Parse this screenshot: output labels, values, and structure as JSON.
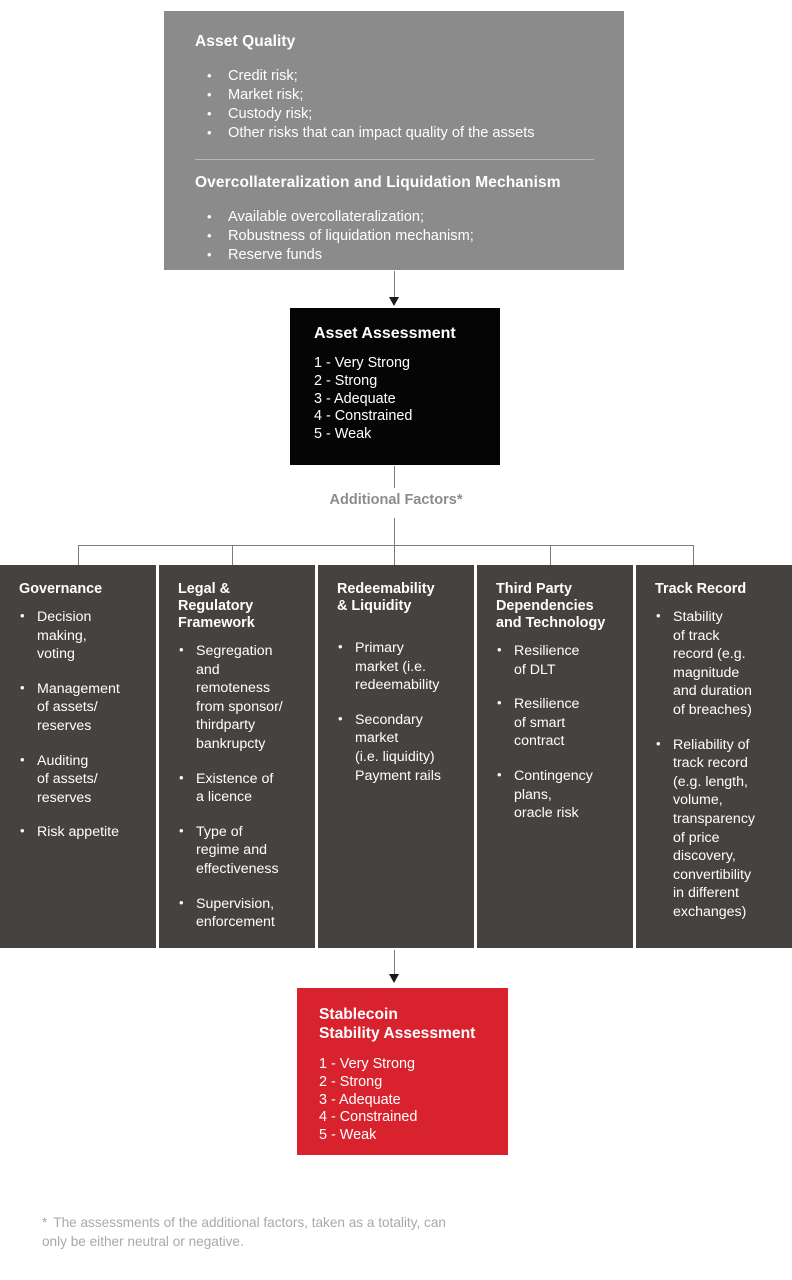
{
  "asset_quality": {
    "heading_1": "Asset Quality",
    "bullets_1": [
      "Credit risk;",
      "Market risk;",
      "Custody risk;",
      "Other risks that can impact quality of the assets"
    ],
    "heading_2": "Overcollateralization and Liquidation Mechanism",
    "bullets_2": [
      "Available overcollateralization;",
      "Robustness of liquidation mechanism;",
      "Reserve funds"
    ]
  },
  "asset_assessment": {
    "title": "Asset Assessment",
    "scale": [
      "1 - Very Strong",
      "2 - Strong",
      "3 - Adequate",
      "4 - Constrained",
      "5 - Weak"
    ]
  },
  "additional_factors_label": "Additional Factors*",
  "columns": [
    {
      "title": "Governance",
      "bullets": [
        "Decision\nmaking,\nvoting",
        "Management\nof assets/\nreserves",
        "Auditing\nof assets/\nreserves",
        "Risk appetite"
      ]
    },
    {
      "title": "Legal &\nRegulatory\nFramework",
      "bullets": [
        "Segregation\nand\nremoteness\nfrom sponsor/\nthirdparty\nbankrupcty",
        "Existence of\na licence",
        "Type of\nregime and\neffectiveness",
        "Supervision,\nenforcement"
      ]
    },
    {
      "title": "Redeemability\n& Liquidity",
      "bullets": [
        "Primary\nmarket (i.e.\nredeemability",
        "Secondary\nmarket\n(i.e. liquidity)\nPayment rails"
      ]
    },
    {
      "title": "Third Party\nDependencies\nand Technology",
      "bullets": [
        "Resilience\nof DLT",
        "Resilience\nof smart\ncontract",
        "Contingency\nplans,\noracle risk"
      ]
    },
    {
      "title": "Track Record",
      "bullets": [
        "Stability\nof track\nrecord (e.g.\nmagnitude\nand duration\nof breaches)",
        "Reliability of\ntrack record\n(e.g. length,\nvolume,\ntransparency\nof price\ndiscovery,\nconvertibility\nin different\nexchanges)"
      ]
    }
  ],
  "stablecoin_assessment": {
    "title": "Stablecoin\nStability Assessment",
    "scale": [
      "1 - Very Strong",
      "2 - Strong",
      "3 - Adequate",
      "4 - Constrained",
      "5 - Weak"
    ]
  },
  "footnote": {
    "marker": "*",
    "text": "The assessments of the additional factors, taken as a totality, can only be either neutral or negative."
  },
  "colors": {
    "top_box": "#8b8b8b",
    "assessment_box": "#050505",
    "columns": "#454240",
    "result_box": "#d8232f",
    "connector": "#7c7c7c"
  }
}
